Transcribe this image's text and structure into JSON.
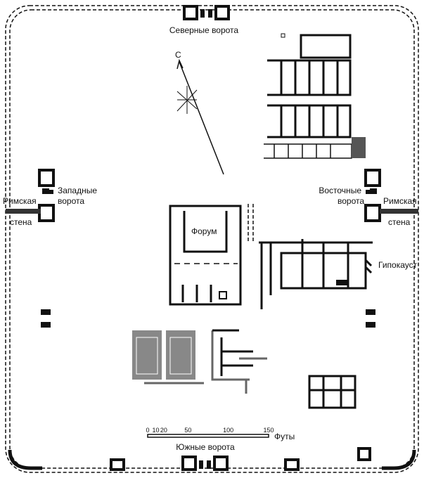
{
  "labels": {
    "north_gate": "Северные ворота",
    "south_gate": "Южные ворота",
    "west_gate_line1": "Западные",
    "west_gate_line2": "ворота",
    "east_gate_line1": "Восточные",
    "east_gate_line2": "ворота",
    "roman_wall_line1": "Римская",
    "roman_wall_line2": "стена",
    "forum": "Форум",
    "hypocaust": "Гипокауст",
    "north": "С"
  },
  "scale": {
    "ticks": [
      "0",
      "10",
      "20",
      "50",
      "100",
      "150"
    ],
    "tick_values": [
      0,
      10,
      20,
      50,
      100,
      150
    ],
    "unit": "Футы"
  }
}
